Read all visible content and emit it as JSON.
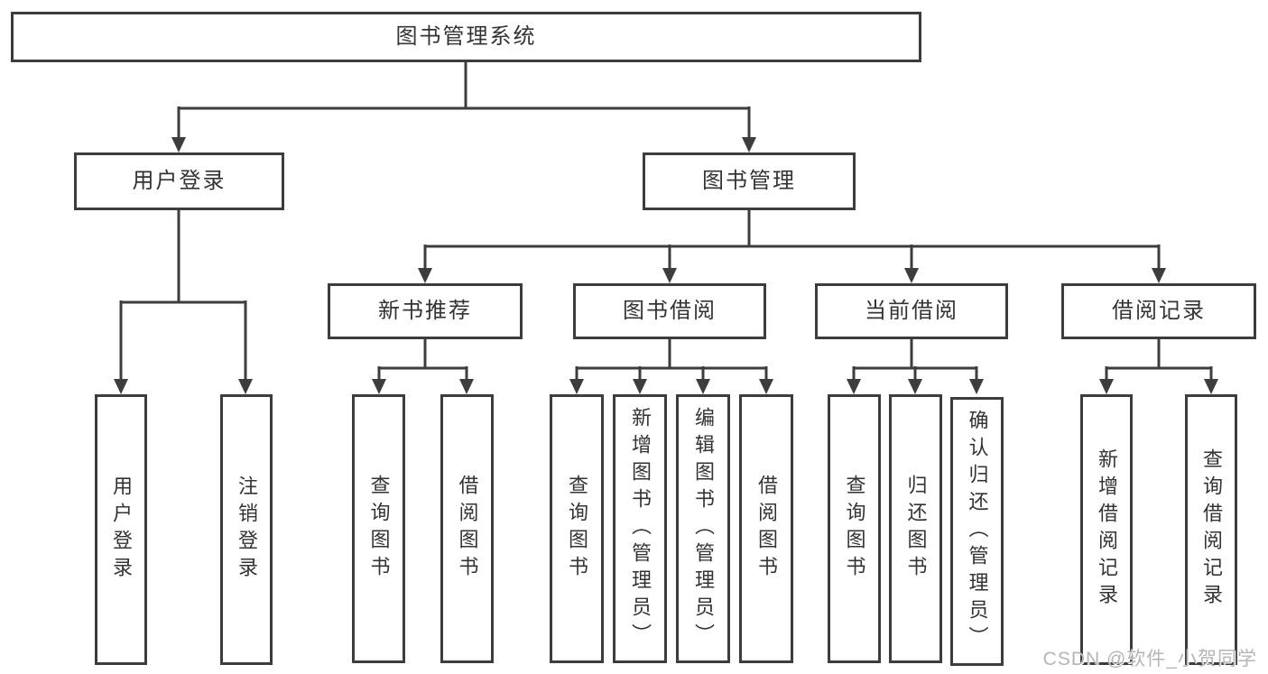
{
  "diagram": {
    "root": {
      "label": "图书管理系统"
    },
    "branches": [
      {
        "label": "用户登录",
        "children": [
          "用户登录",
          "注销登录"
        ]
      },
      {
        "label": "图书管理",
        "children": [
          {
            "label": "新书推荐",
            "children": [
              "查询图书",
              "借阅图书"
            ]
          },
          {
            "label": "图书借阅",
            "children": [
              "查询图书",
              "新增图书（管理员）",
              "编辑图书（管理员）",
              "借阅图书"
            ]
          },
          {
            "label": "当前借阅",
            "children": [
              "查询图书",
              "归还图书",
              "确认归还（管理员）"
            ]
          },
          {
            "label": "借阅记录",
            "children": [
              "新增借阅记录",
              "查询借阅记录"
            ]
          }
        ]
      }
    ]
  },
  "colors": {
    "line": "#3d3d3d",
    "text": "#333333",
    "background": "#ffffff",
    "watermark_text": "#b5b5b5"
  },
  "watermark": {
    "text": "CSDN @软件_小贺同学"
  }
}
